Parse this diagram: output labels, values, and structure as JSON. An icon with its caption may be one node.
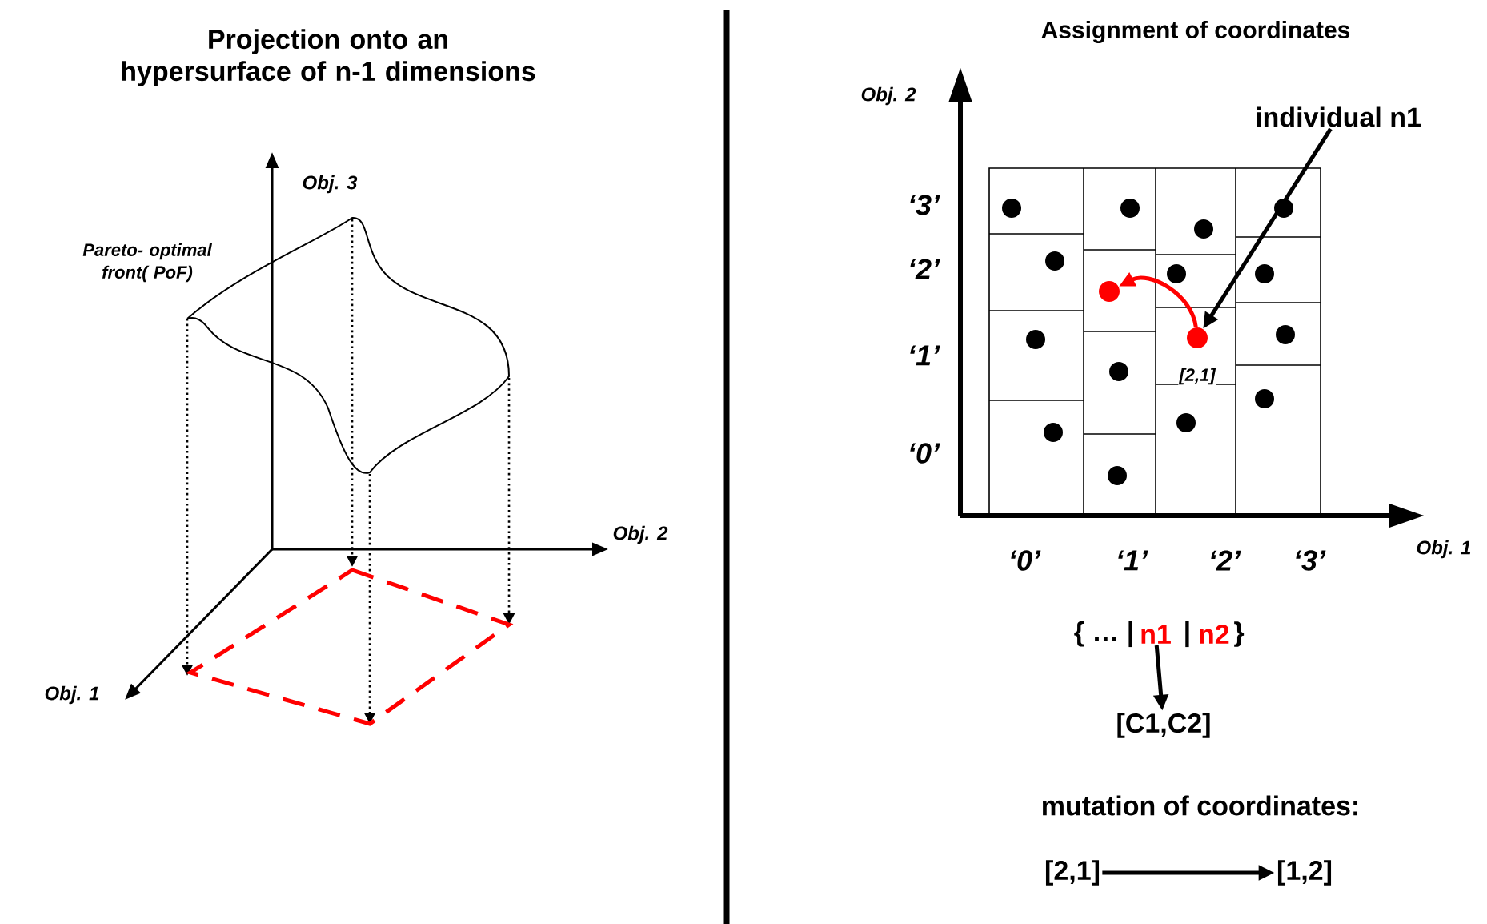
{
  "diagram": {
    "title": "Projection onto an hypersurface of n-1 dimensions",
    "nodes": [
      {
        "text": [
          "individual n1"
        ]
      },
      {
        "text": [],
        "shape": "circle",
        "beside": [
          "[2,1]"
        ]
      },
      {
        "text": [],
        "shape": "circle"
      },
      {
        "text": [
          "n1"
        ]
      },
      {
        "text": [
          "[C1,C2]"
        ]
      },
      {
        "text": [
          "[2,1]"
        ]
      },
      {
        "text": [
          "[1,2]"
        ]
      }
    ],
    "edges": [
      {
        "from": 0,
        "to": 1,
        "arrow": "to"
      },
      {
        "from": 1,
        "to": 2,
        "arrow": "to",
        "color": "#ff0000"
      },
      {
        "from": 3,
        "to": 4,
        "arrow": "to"
      },
      {
        "from": 5,
        "to": 6,
        "arrow": "to"
      }
    ],
    "labels": [
      "Pareto- optimal front( PoF)",
      "Obj. 3",
      "Obj. 2",
      "Obj. 1",
      "Assignment of coordinates",
      "Obj. 2",
      "‘3’",
      "‘2’",
      "‘1’",
      "‘0’",
      "‘0’",
      "‘1’",
      "‘2’",
      "‘3’",
      "Obj. 1",
      "{ … |",
      "|",
      "n2",
      "}",
      "mutation of coordinates:"
    ]
  }
}
